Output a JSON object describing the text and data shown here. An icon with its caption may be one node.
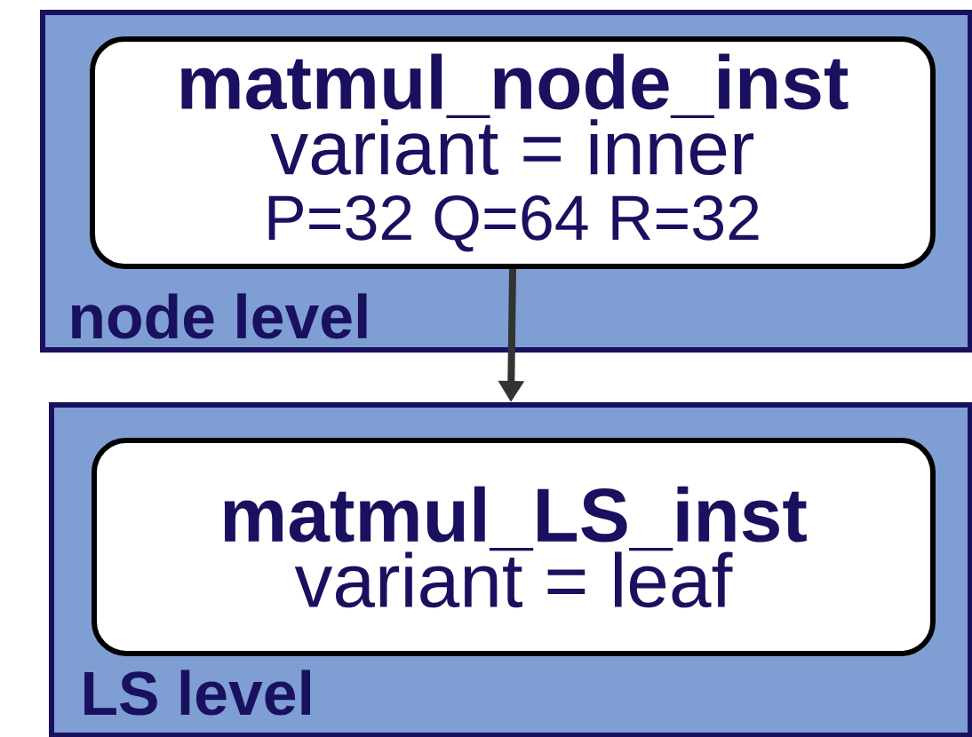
{
  "diagram": {
    "nodes": [
      {
        "text": [
          "node level"
        ]
      },
      {
        "text": [
          "matmul_node_inst",
          "variant = inner",
          "P=32 Q=64 R=32"
        ],
        "in": 0
      },
      {
        "text": [
          "LS level"
        ]
      },
      {
        "text": [
          "matmul_LS_inst",
          "variant = leaf"
        ],
        "in": 2
      }
    ],
    "edges": [
      {
        "from": 1,
        "to": 2,
        "arrow": "to"
      }
    ]
  }
}
